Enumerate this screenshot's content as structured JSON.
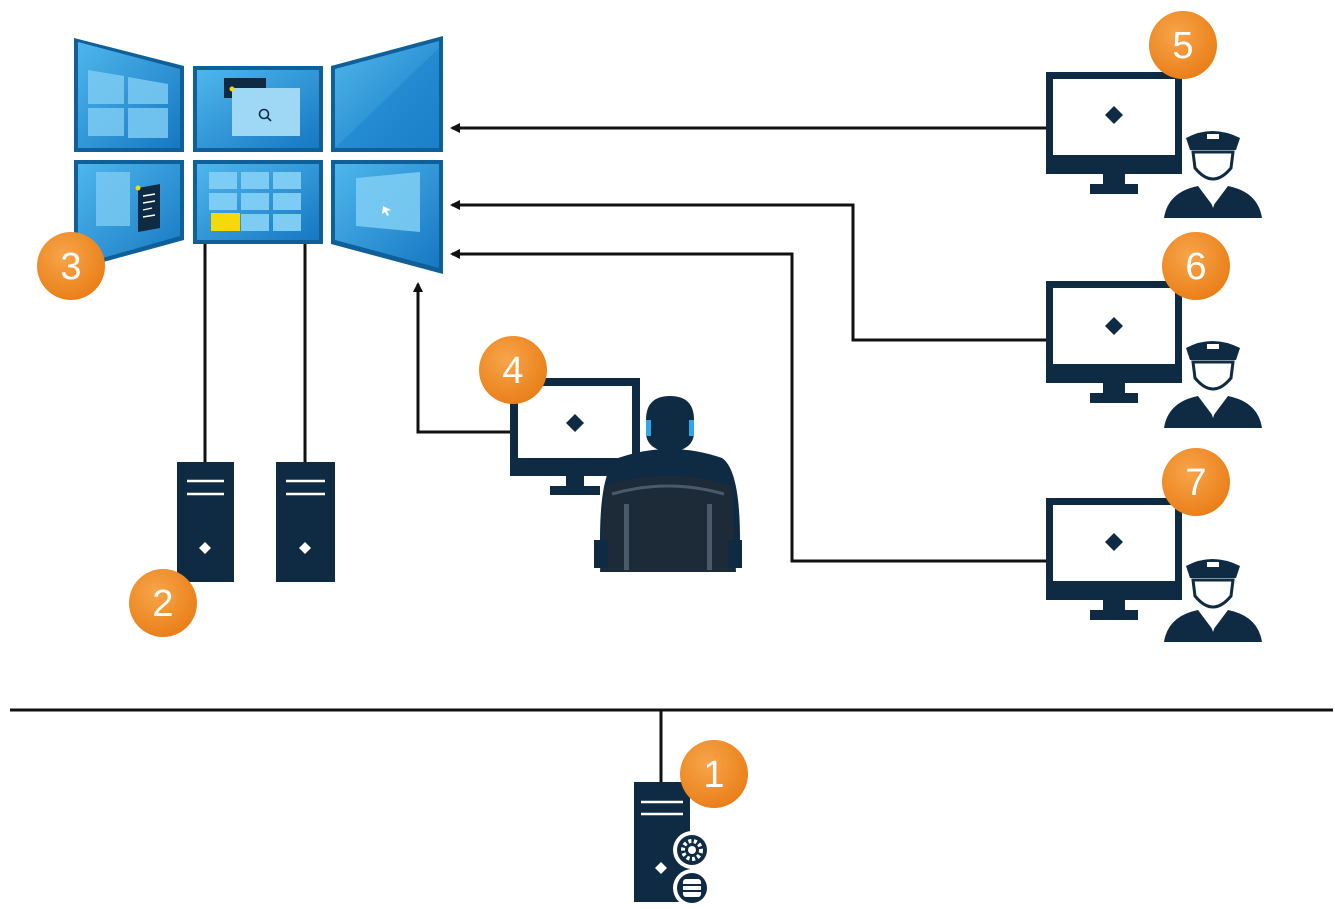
{
  "badges": {
    "b1": "1",
    "b2": "2",
    "b3": "3",
    "b4": "4",
    "b5": "5",
    "b6": "6",
    "b7": "7"
  },
  "colors": {
    "screen_blue": "#1f8fd4",
    "screen_light": "#5bc0ee",
    "device_navy": "#0f2b44",
    "badge_orange": "#f28c28",
    "line_black": "#111111",
    "highlight_yellow": "#f5d90a"
  },
  "icons": {
    "video_wall": "video-wall-icon",
    "display_pc": "tower-pc-icon",
    "operator": "operator-icon",
    "guard": "security-guard-icon",
    "server": "management-server-icon"
  }
}
